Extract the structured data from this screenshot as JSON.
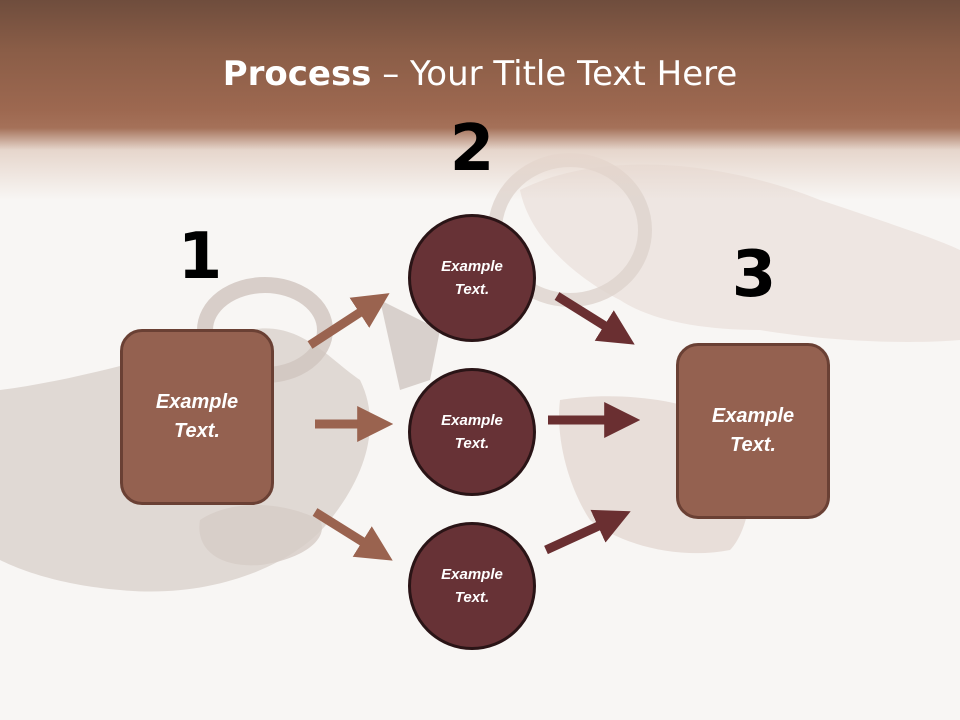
{
  "title": {
    "bold": "Process",
    "rest": " – Your Title Text Here"
  },
  "steps": {
    "one": "1",
    "two": "2",
    "three": "3"
  },
  "boxes": {
    "left": "Example\nText.",
    "right": "Example\nText."
  },
  "circles": {
    "top": "Example\nText.",
    "middle": "Example\nText.",
    "bottom": "Example\nText."
  },
  "colors": {
    "box_fill": "#946150",
    "circle_fill": "#673236",
    "arrow_light": "#9a634f",
    "arrow_dark": "#6a2f31",
    "header": "#9d6850"
  }
}
